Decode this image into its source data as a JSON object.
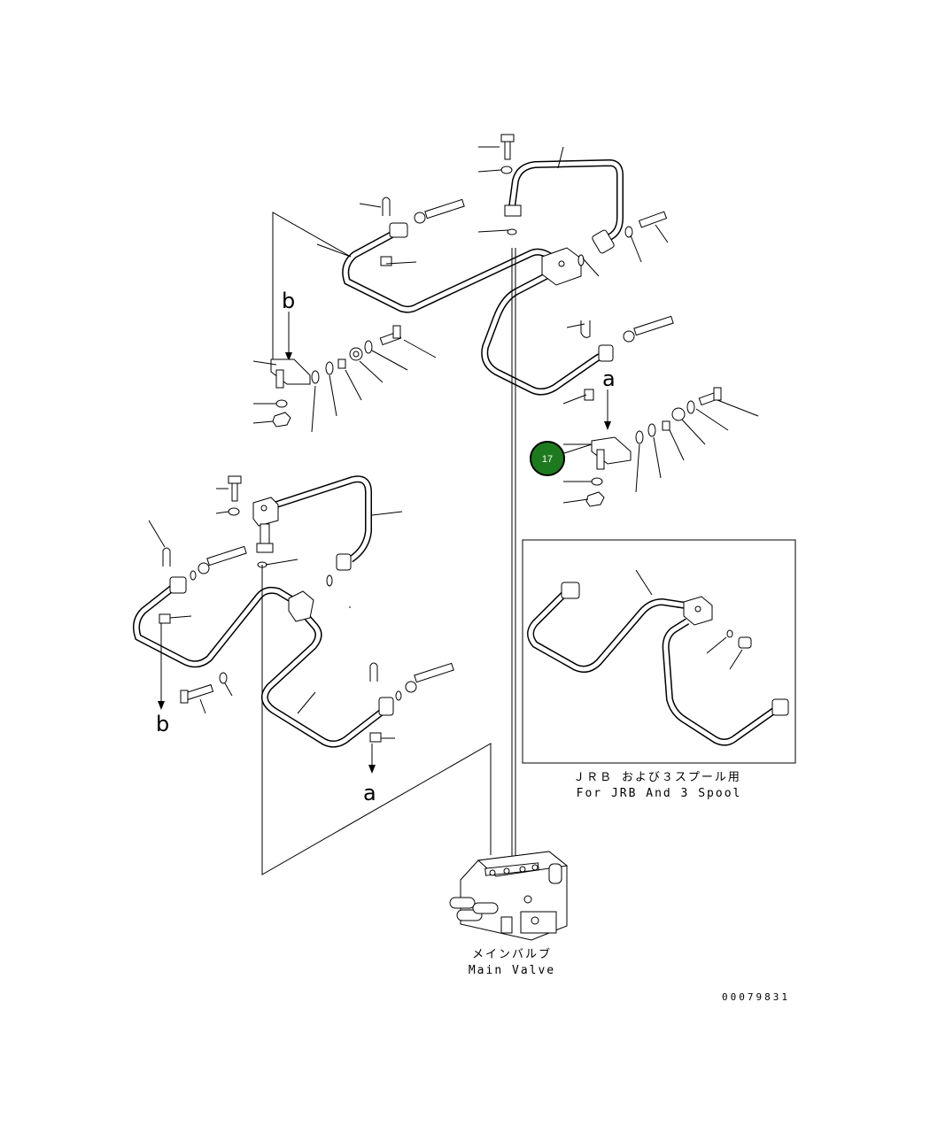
{
  "callout": {
    "number": "17",
    "color": "#1e7a1e"
  },
  "inset": {
    "caption_jp": "ＪＲＢ および３スプール用",
    "caption_en": "For JRB And 3 Spool"
  },
  "main_valve": {
    "label_jp": "メインバルブ",
    "label_en": "Main Valve"
  },
  "view_markers": {
    "a": "a",
    "b": "b"
  },
  "drawing_code": "00079831"
}
